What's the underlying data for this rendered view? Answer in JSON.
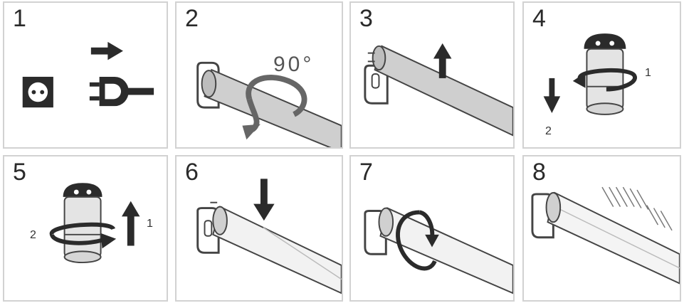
{
  "steps": [
    {
      "number": "1"
    },
    {
      "number": "2",
      "angle_label": "90°"
    },
    {
      "number": "3"
    },
    {
      "number": "4",
      "label_a": "1",
      "label_b": "2"
    },
    {
      "number": "5",
      "label_a": "1",
      "label_b": "2"
    },
    {
      "number": "6"
    },
    {
      "number": "7"
    },
    {
      "number": "8"
    }
  ],
  "colors": {
    "tube": "#cfcfcf",
    "outline": "#444444",
    "dark": "#2b2b2b",
    "border": "#d2d2d2"
  },
  "icons": [
    "power-socket-icon",
    "plug-icon",
    "arrow-right-icon",
    "arrow-up-icon",
    "arrow-down-icon",
    "rotate-arrow-icon"
  ]
}
